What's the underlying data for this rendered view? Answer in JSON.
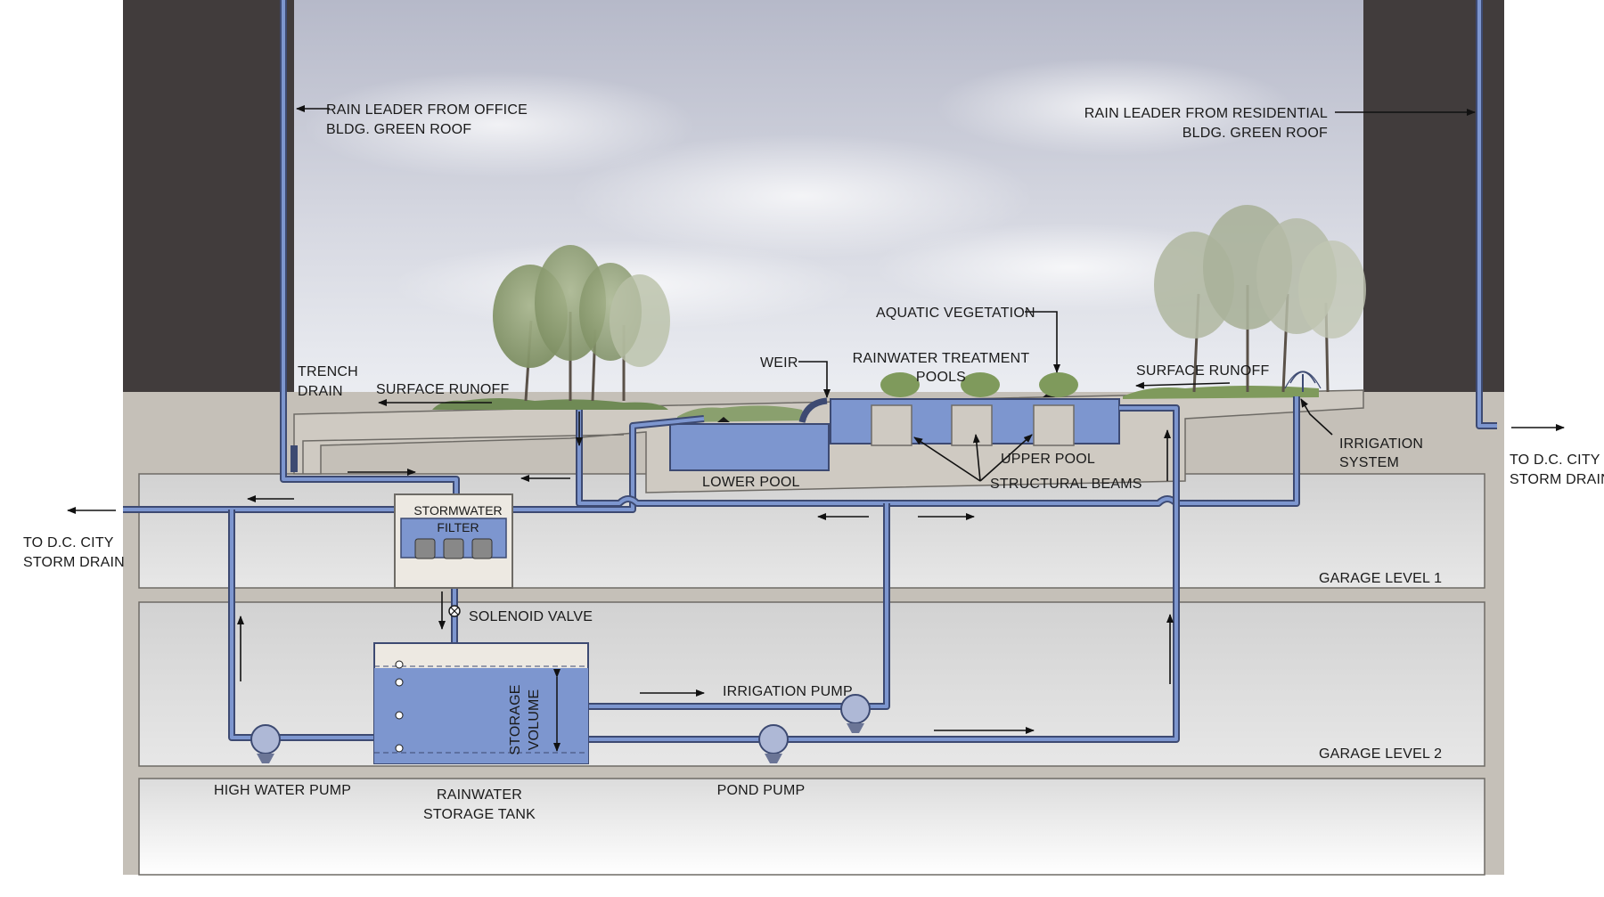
{
  "labels": {
    "rain_leader_office_1": "RAIN LEADER FROM OFFICE",
    "rain_leader_office_2": "BLDG. GREEN ROOF",
    "rain_leader_res_1": "RAIN LEADER FROM RESIDENTIAL",
    "rain_leader_res_2": "BLDG. GREEN ROOF",
    "aquatic_vegetation": "AQUATIC VEGETATION",
    "trench_drain_1": "TRENCH",
    "trench_drain_2": "DRAIN",
    "surface_runoff_left": "SURFACE RUNOFF",
    "weir": "WEIR",
    "treatment_pools_1": "RAINWATER TREATMENT",
    "treatment_pools_2": "POOLS",
    "surface_runoff_right": "SURFACE RUNOFF",
    "irrigation_system_1": "IRRIGATION",
    "irrigation_system_2": "SYSTEM",
    "to_storm_drain_right_1": "TO D.C. CITY",
    "to_storm_drain_right_2": "STORM DRAIN",
    "upper_pool": "UPPER POOL",
    "lower_pool": "LOWER POOL",
    "structural_beams": "STRUCTURAL BEAMS",
    "to_storm_drain_left_1": "TO D.C. CITY",
    "to_storm_drain_left_2": "STORM DRAIN",
    "stormwater_filter_1": "STORMWATER",
    "stormwater_filter_2": "FILTER",
    "garage_level_1": "GARAGE LEVEL 1",
    "solenoid_valve": "SOLENOID VALVE",
    "irrigation_pump": "IRRIGATION PUMP",
    "storage_volume_1": "STORAGE",
    "storage_volume_2": "VOLUME",
    "garage_level_2": "GARAGE LEVEL 2",
    "high_water_pump": "HIGH WATER PUMP",
    "rainwater_storage_tank_1": "RAINWATER",
    "rainwater_storage_tank_2": "STORAGE TANK",
    "pond_pump": "POND PUMP"
  },
  "colors": {
    "building": "#413c3c",
    "sky_top": "#b9bccb",
    "sky_bottom": "#eef0f4",
    "concrete": "#c5c0b8",
    "garage_fill": "#dcdcdc",
    "water": "#7d96cf",
    "pipe": "#3d4a72",
    "foliage": "#8aa06e"
  }
}
